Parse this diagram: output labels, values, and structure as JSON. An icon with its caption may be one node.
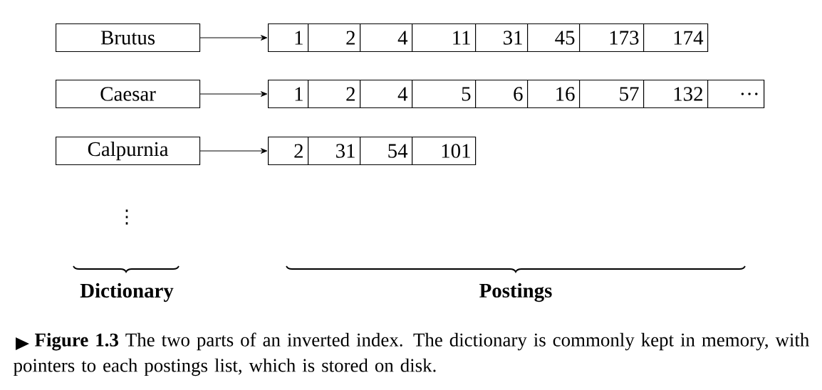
{
  "diagram": {
    "caption": "**Figure 1.3** The two parts of an inverted index. The dictionary is commonly kept in memory, with pointers to each postings list, which is stored on disk.",
    "nodes": [
      {
        "text": [
          "Brutus"
        ]
      },
      {
        "text": [],
        "shape": "box"
      },
      {
        "text": [
          "1"
        ],
        "in": 1
      },
      {
        "text": [
          "2"
        ],
        "in": 1
      },
      {
        "text": [
          "4"
        ],
        "in": 1
      },
      {
        "text": [
          "11"
        ],
        "in": 1
      },
      {
        "text": [
          "31"
        ],
        "in": 1
      },
      {
        "text": [
          "45"
        ],
        "in": 1
      },
      {
        "text": [
          "173"
        ],
        "in": 1
      },
      {
        "text": [
          "174"
        ],
        "in": 1
      },
      {
        "text": [
          "Caesar"
        ]
      },
      {
        "text": [],
        "shape": "box"
      },
      {
        "text": [
          "1"
        ],
        "in": 11
      },
      {
        "text": [
          "2"
        ],
        "in": 11
      },
      {
        "text": [
          "4"
        ],
        "in": 11
      },
      {
        "text": [
          "5"
        ],
        "in": 11
      },
      {
        "text": [
          "6"
        ],
        "in": 11
      },
      {
        "text": [
          "16"
        ],
        "in": 11
      },
      {
        "text": [
          "57"
        ],
        "in": 11
      },
      {
        "text": [
          "132"
        ],
        "in": 11
      },
      {
        "text": [
          "…"
        ],
        "in": 11
      },
      {
        "text": [
          "Calpurnia"
        ]
      },
      {
        "text": [],
        "shape": "box"
      },
      {
        "text": [
          "2"
        ],
        "in": 22
      },
      {
        "text": [
          "31"
        ],
        "in": 22
      },
      {
        "text": [
          "54"
        ],
        "in": 22
      },
      {
        "text": [
          "101"
        ],
        "in": 22
      }
    ],
    "edges": [
      {
        "from": 0,
        "to": 1,
        "arrow": "to"
      },
      {
        "from": 10,
        "to": 11,
        "arrow": "to"
      },
      {
        "from": 21,
        "to": 22,
        "arrow": "to"
      }
    ],
    "labels": [
      "⋮",
      "Dictionary",
      "Postings"
    ]
  }
}
